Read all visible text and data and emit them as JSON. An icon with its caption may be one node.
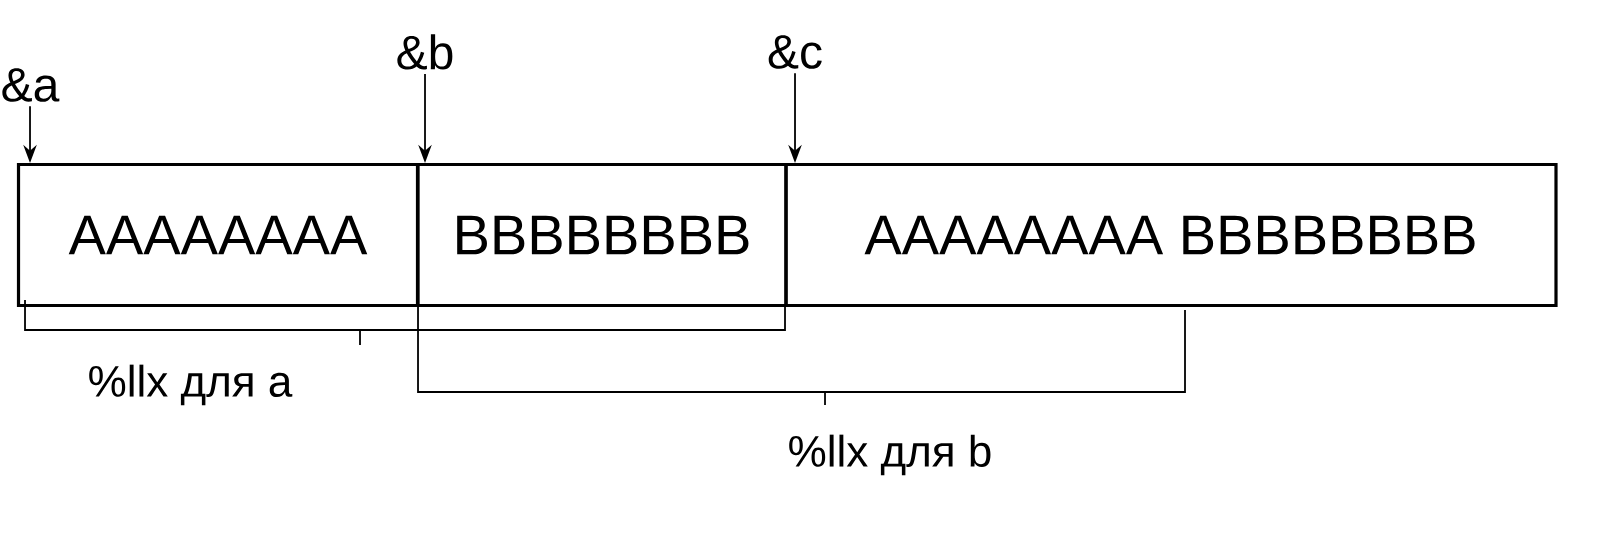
{
  "diagram": {
    "nodes": [
      {
        "text": [
          "&a"
        ]
      },
      {
        "text": [
          "&b"
        ]
      },
      {
        "text": [
          "&c"
        ]
      },
      {
        "text": [
          "AAAAAAAA"
        ]
      },
      {
        "text": [
          "BBBBBBBB"
        ]
      },
      {
        "text": [
          "AAAAAAAA BBBBBBBB"
        ]
      }
    ],
    "edges": [
      {
        "from": 0,
        "to": 3,
        "arrow": "to"
      },
      {
        "from": 1,
        "to": 4,
        "arrow": "to"
      },
      {
        "from": 2,
        "to": 5,
        "arrow": "to"
      }
    ],
    "labels": [
      "%llx для a",
      "%llx для b"
    ]
  }
}
